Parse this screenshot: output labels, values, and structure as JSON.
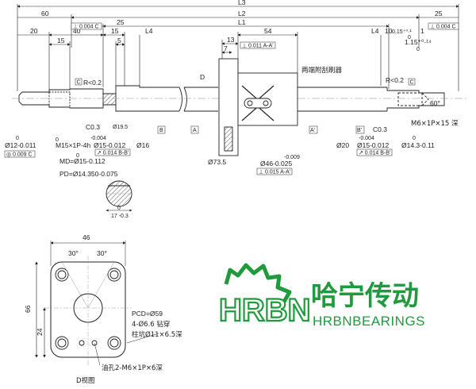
{
  "dims": {
    "L3": "L3",
    "L2": "L2",
    "L1": "L1",
    "d60": "60",
    "d25a": "25",
    "d25b": "25",
    "d20": "20",
    "d40": "40",
    "d15a": "15",
    "d5": "5",
    "d15b": "15",
    "L4a": "L4",
    "L4b": "L4",
    "d13": "13",
    "d54": "54",
    "d7": "7",
    "d10": "10",
    "tol10": "0.15⁺⁰·¹",
    "tol10b": "0",
    "d1": "1",
    "d115": "1.15⁺⁰·¹⁴",
    "d115b": "0",
    "R02a": "R<0.2",
    "R02b": "R<0.2",
    "C03a": "C0.3",
    "C03b": "C0.3",
    "D": "D",
    "deg60": "60°",
    "phi12": "Ø12-0.011",
    "phi12_0": "0",
    "M15": "M15×1P-4h",
    "phi15a": "Ø15-0.012",
    "phi15a_0": "0",
    "phi16": "Ø16",
    "MD": "MD=Ø15-0.112",
    "MD_0": "0",
    "PD": "PD=Ø14.350-0.075",
    "phi195": "Ø19.5",
    "phi735": "Ø73.5",
    "phi46": "Ø46-0.025",
    "phi46_top": "-0.009",
    "phi20": "Ø20",
    "phi15b": "Ø15-0.012",
    "phi15b_0": "-0.004",
    "phi143": "Ø14.3-0.11",
    "phi143_0": "0",
    "M6": "M6×1P×15 深",
    "tol_0004a": "-0.004",
    "tol_0004b": "-0.004",
    "key17": "17 -0.3",
    "key17_0": "0",
    "cn_note": "两端附刮刷器"
  },
  "gdt": {
    "c004a": "⊥ 0.004 C",
    "c004b": "⊥ 0.004 C",
    "a011": "⊥ 0.011 A-A'",
    "a015": "⊥ 0.015 A-A'",
    "b014a": "↗ 0.014 B-B'",
    "b014b": "↗ 0.014 B-B'",
    "c009": "◎ 0.009 C"
  },
  "datums": {
    "B": "B",
    "A": "A",
    "Ap": "A'",
    "Bp": "B'",
    "C1": "C",
    "C2": "C"
  },
  "flange": {
    "d46": "46",
    "a30a": "30°",
    "a30b": "30°",
    "d66": "66",
    "d24": "24",
    "pcd": "PCD=Ø59",
    "holes": "4-Ø6.6 钻穿",
    "cbore": "柱坑Ø11×6.5深",
    "oil": "油孔2-M6×1P×6深",
    "view": "D视图"
  },
  "brand": {
    "logo": "HRBN",
    "cn": "哈宁传动",
    "en": "HRBNBEARINGS",
    "color": "#1f9a3d"
  }
}
